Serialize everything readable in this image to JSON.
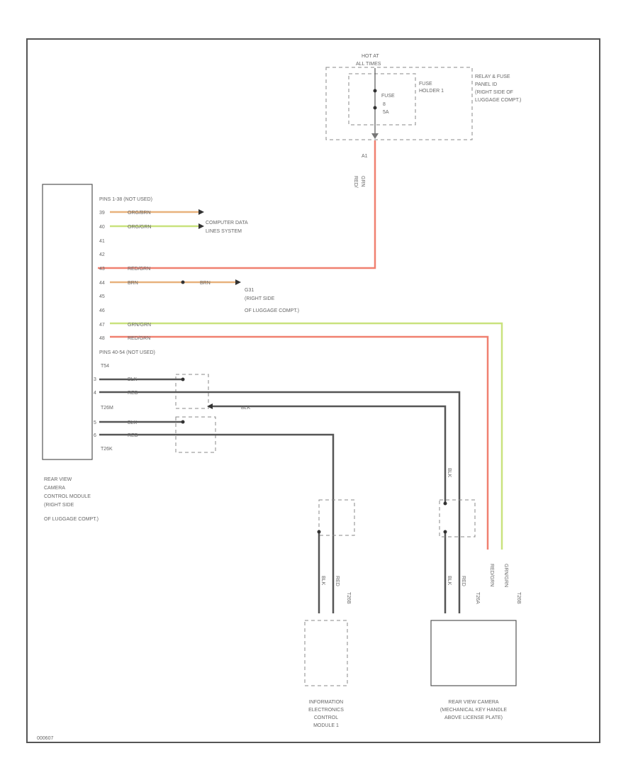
{
  "fuse": {
    "hot_at": "HOT AT",
    "all_times": "ALL TIMES",
    "fuse_label": "FUSE",
    "fuse_number": "8",
    "fuse_amps": "5A",
    "holder_line1": "FUSE",
    "holder_line2": "HOLDER 1",
    "panel_line1": "RELAY & FUSE",
    "panel_line2": "PANEL ID",
    "panel_line3": "(RIGHT SIDE OF",
    "panel_line4": "LUGGAGE COMPT.)",
    "output_pin": "A1",
    "wire_color_line1": "RED/",
    "wire_color_line2": "GRN"
  },
  "module": {
    "name_line1": "REAR VIEW",
    "name_line2": "CAMERA",
    "name_line3": "CONTROL MODULE",
    "name_line4": "(RIGHT SIDE",
    "name_line5": "OF LUGGAGE COMPT.)",
    "pins_note_top": "PINS 1-38 (NOT USED)",
    "pins_note_mid": "PINS 40-54 (NOT USED)",
    "connector_t1": "T54",
    "connector_t2": "T26M",
    "connector_t3": "T26K"
  },
  "pins": [
    {
      "num": "39",
      "wire": "ORG/BRN"
    },
    {
      "num": "40",
      "wire": "ORG/GRN"
    },
    {
      "num": "41",
      "wire": ""
    },
    {
      "num": "42",
      "wire": ""
    },
    {
      "num": "43",
      "wire": "RED/GRN"
    },
    {
      "num": "44",
      "wire": "BRN"
    },
    {
      "num": "45",
      "wire": ""
    },
    {
      "num": "46",
      "wire": ""
    },
    {
      "num": "47",
      "wire": "GRN/GRN"
    },
    {
      "num": "48",
      "wire": "RED/GRN"
    }
  ],
  "lower_pins": [
    {
      "num": "3",
      "wire": "BLK"
    },
    {
      "num": "4",
      "wire": "RED"
    },
    {
      "num": "5",
      "wire": "BLK"
    },
    {
      "num": "6",
      "wire": "RED"
    }
  ],
  "data_bus": {
    "line1": "COMPUTER DATA",
    "line2": "LINES SYSTEM"
  },
  "ground": {
    "wire": "BRN",
    "id": "G31",
    "line1": "(RIGHT SIDE",
    "line2": "OF LUGGAGE COMPT.)"
  },
  "shield_wire": "BLK",
  "info_module": {
    "line1": "INFORMATION",
    "line2": "ELECTRONICS",
    "line3": "CONTROL",
    "line4": "MODULE 1",
    "connector": "T26B",
    "wire1": "BLK",
    "wire2": "RED"
  },
  "camera": {
    "line1": "REAR VIEW CAMERA",
    "line2": "(MECHANICAL KEY HANDLE",
    "line3": "ABOVE LICENSE PLATE)",
    "connector_a": "T26A",
    "connector_b": "T26B",
    "wire_blk": "BLK",
    "wire_1": "BLK",
    "wire_2": "RED",
    "wire_3": "RED/GRN",
    "wire_4": "GRN/GRN"
  },
  "footer_code": "000607"
}
